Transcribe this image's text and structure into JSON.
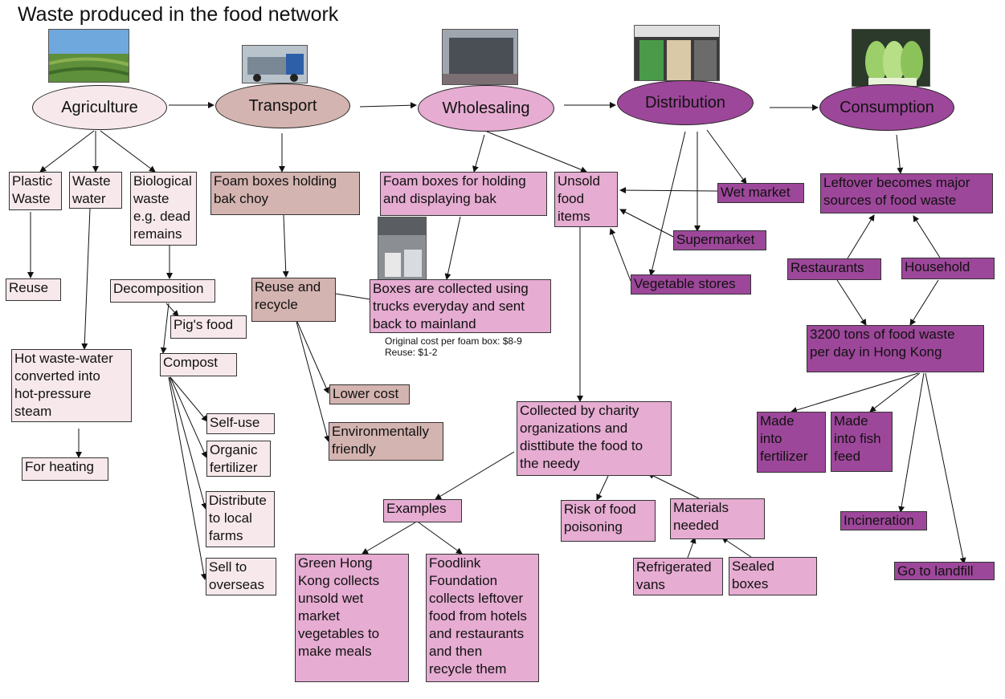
{
  "title": "Waste produced in the food network",
  "stages": {
    "agriculture": "Agriculture",
    "transport": "Transport",
    "wholesaling": "Wholesaling",
    "distribution": "Distribution",
    "consumption": "Consumption"
  },
  "agriculture": {
    "plastic_waste": "Plastic\nWaste",
    "waste_water": "Waste\nwater",
    "biological_waste": "Biological\nwaste\ne.g. dead\nremains",
    "reuse": "Reuse",
    "hot_water": "Hot waste-water\nconverted into\nhot-pressure\nsteam",
    "for_heating": "For heating",
    "decomposition": "Decomposition",
    "pigs_food": "Pig's food",
    "compost": "Compost",
    "self_use": "Self-use",
    "organic_fertilizer": "Organic\nfertilizer",
    "distribute_farms": "Distribute\nto local\nfarms",
    "sell_overseas": "Sell to\noverseas"
  },
  "transport": {
    "foam_boxes": "Foam boxes holding\nbak choy",
    "reuse_recycle": "Reuse and\nrecycle",
    "lower_cost": "Lower cost",
    "env_friendly": "Environmentally\nfriendly"
  },
  "wholesaling": {
    "foam_boxes_display": "Foam boxes for holding\nand displaying bak",
    "unsold_items": "Unsold\nfood\nitems",
    "boxes_collected": "Boxes are collected using\ntrucks everyday and sent\nback to mainland",
    "cost_note": "Original cost per foam box: $8-9\nReuse: $1-2",
    "charity": "Collected by charity\norganizations and\ndisttibute the food to\nthe needy",
    "examples": "Examples",
    "green_hk": "Green Hong\nKong collects\nunsold wet\nmarket\nvegetables to\nmake meals",
    "foodlink": "Foodlink\nFoundation\ncollects leftover\nfood from hotels\nand restaurants\nand then\nrecycle them",
    "risk": "Risk of food\npoisoning",
    "materials": "Materials\nneeded",
    "refrigerated": "Refrigerated\nvans",
    "sealed": "Sealed\nboxes"
  },
  "distribution": {
    "wet_market": "Wet market",
    "supermarket": "Supermarket",
    "vegetable_stores": "Vegetable stores"
  },
  "consumption": {
    "leftover": "Leftover becomes major\nsources of food waste",
    "restaurants": "Restaurants",
    "household": "Household",
    "tons": "3200 tons of food waste\nper day in Hong Kong",
    "fertilizer": "Made\ninto\nfertilizer",
    "fish_feed": "Made\ninto fish\nfeed",
    "incineration": "Incineration",
    "landfill": "Go to landfill"
  },
  "colors": {
    "pale": "#f7e9eb",
    "tan": "#d4b4b0",
    "pink": "#e6acd2",
    "purple": "#9d479a"
  }
}
